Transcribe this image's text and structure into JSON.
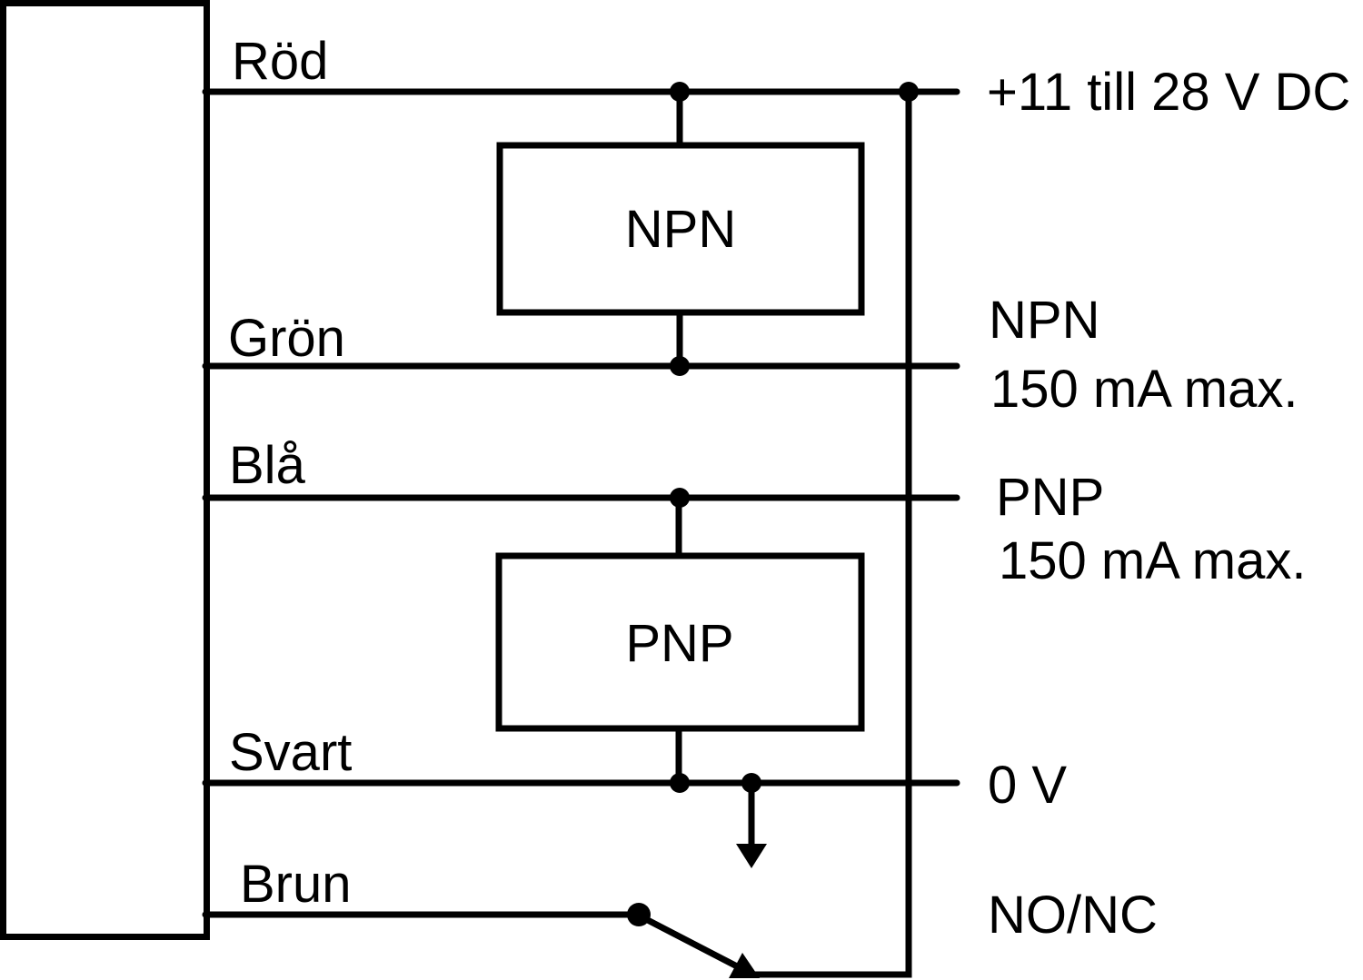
{
  "labels": {
    "rod": "Röd",
    "gron": "Grön",
    "bla": "Blå",
    "svart": "Svart",
    "brun": "Brun",
    "npn_box": "NPN",
    "pnp_box": "PNP",
    "supply": "+11 till 28 V DC",
    "npn_output_title": "NPN",
    "npn_output_rating": "150 mA max.",
    "pnp_output_title": "PNP",
    "pnp_output_rating": "150 mA max.",
    "zero_volt": "0 V",
    "switch_output": "NO/NC"
  },
  "colors": {
    "line": "#000000",
    "background": "#ffffff"
  }
}
